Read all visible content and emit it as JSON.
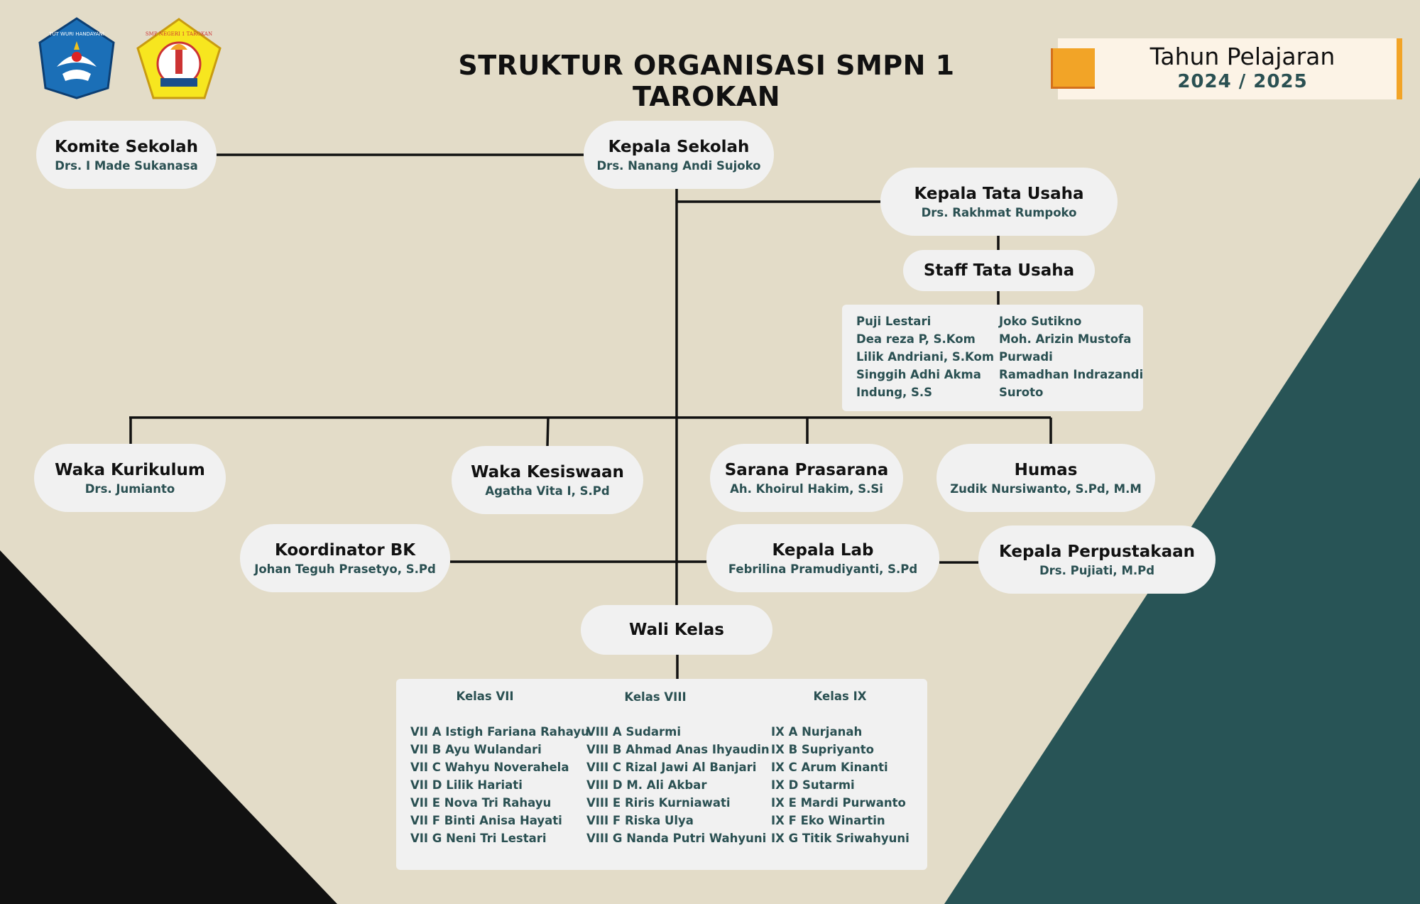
{
  "header": {
    "title": "STRUKTUR ORGANISASI SMPN 1 TAROKAN",
    "year_label": "Tahun Pelajaran",
    "year_value": "2024 / 2025",
    "logo_left_text": "TUT WURI HANDAYANI",
    "logo_right_text": "SMP NEGERI 1 TAROKAN"
  },
  "nodes": {
    "komite": {
      "title": "Komite Sekolah",
      "name": "Drs. I Made Sukanasa"
    },
    "kepala": {
      "title": "Kepala Sekolah",
      "name": "Drs. Nanang Andi Sujoko"
    },
    "kepala_tu": {
      "title": "Kepala Tata Usaha",
      "name": "Drs. Rakhmat Rumpoko"
    },
    "staff_tu": {
      "title": "Staff Tata Usaha"
    },
    "waka_kurikulum": {
      "title": "Waka Kurikulum",
      "name": "Drs. Jumianto"
    },
    "waka_kesiswaan": {
      "title": "Waka Kesiswaan",
      "name": "Agatha Vita I, S.Pd"
    },
    "sarpras": {
      "title": "Sarana Prasarana",
      "name": "Ah. Khoirul Hakim, S.Si"
    },
    "humas": {
      "title": "Humas",
      "name": "Zudik Nursiwanto, S.Pd, M.M"
    },
    "bk": {
      "title": "Koordinator BK",
      "name": "Johan Teguh Prasetyo, S.Pd"
    },
    "lab": {
      "title": "Kepala Lab",
      "name": "Febrilina Pramudiyanti, S.Pd"
    },
    "perpustakaan": {
      "title": "Kepala Perpustakaan",
      "name": "Drs. Pujiati, M.Pd"
    },
    "wali_kelas": {
      "title": "Wali Kelas"
    }
  },
  "staff_list": {
    "col1": [
      "Puji Lestari",
      "Dea reza P, S.Kom",
      "Lilik Andriani, S.Kom",
      "Singgih Adhi Akma",
      "Indung, S.S"
    ],
    "col2": [
      "Joko Sutikno",
      "Moh. Arizin Mustofa",
      "Purwadi",
      "Ramadhan Indrazandi",
      "Suroto"
    ]
  },
  "wali_kelas_list": {
    "vii": {
      "head": "Kelas VII",
      "items": [
        "VII A Istigh Fariana Rahayu",
        "VII B Ayu Wulandari",
        "VII C Wahyu Noverahela",
        "VII D Lilik Hariati",
        "VII E Nova Tri Rahayu",
        "VII F Binti Anisa Hayati",
        "VII G Neni Tri Lestari"
      ]
    },
    "viii": {
      "head": "Kelas VIII",
      "items": [
        "VIII A Sudarmi",
        "VIII B Ahmad Anas Ihyaudin",
        "VIII C Rizal Jawi Al Banjari",
        "VIII D M. Ali Akbar",
        "VIII E Riris Kurniawati",
        "VIII F Riska Ulya",
        "VIII G Nanda Putri Wahyuni"
      ]
    },
    "ix": {
      "head": "Kelas IX",
      "items": [
        "IX A Nurjanah",
        "IX B  Supriyanto",
        "IX C Arum Kinanti",
        "IX D Sutarmi",
        "IX E Mardi Purwanto",
        "IX F Eko Winartin",
        "IX G Titik Sriwahyuni"
      ]
    }
  },
  "colors": {
    "background": "#e3dcc8",
    "teal": "#285456",
    "black": "#111111",
    "orange": "#f2a427",
    "box": "#f1f1f1"
  }
}
